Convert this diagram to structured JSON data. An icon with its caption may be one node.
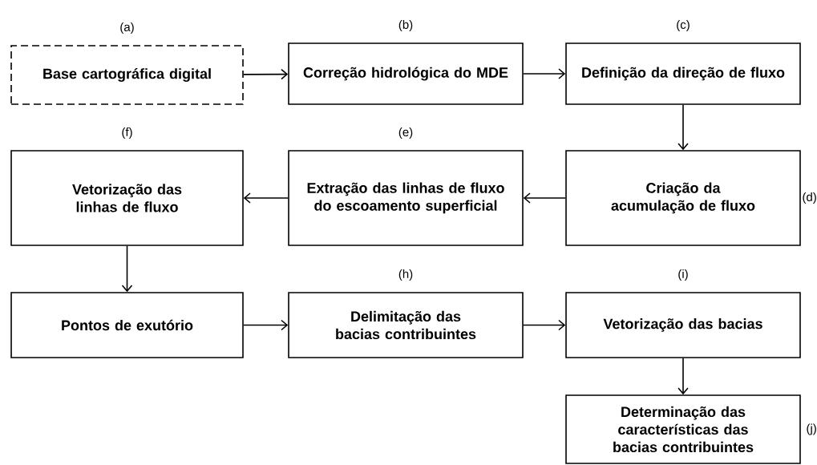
{
  "diagram": {
    "nodes": [
      {
        "text": [
          "Base cartográfica digital"
        ],
        "beside": [
          "(a)"
        ]
      },
      {
        "text": [
          "Correção hidrológica do MDE"
        ],
        "beside": [
          "(b)"
        ]
      },
      {
        "text": [
          "Definição da direção de fluxo"
        ],
        "beside": [
          "(c)"
        ]
      },
      {
        "text": [
          "Criação da acumulação de fluxo"
        ],
        "beside": [
          "(d)"
        ]
      },
      {
        "text": [
          "Extração das linhas de fluxo do escoamento superficial"
        ],
        "beside": [
          "(e)"
        ]
      },
      {
        "text": [
          "Vetorização das linhas de fluxo"
        ],
        "beside": [
          "(f)"
        ]
      },
      {
        "text": [
          "Pontos de exutório"
        ]
      },
      {
        "text": [
          "Delimitação das bacias contribuintes"
        ],
        "beside": [
          "(h)"
        ]
      },
      {
        "text": [
          "Vetorização das bacias"
        ],
        "beside": [
          "(i)"
        ]
      },
      {
        "text": [
          "Determinação das características das bacias contribuintes"
        ],
        "beside": [
          "(j)"
        ]
      }
    ],
    "edges": [
      {
        "from": 0,
        "to": 1,
        "arrow": "to"
      },
      {
        "from": 1,
        "to": 2,
        "arrow": "to"
      },
      {
        "from": 2,
        "to": 3,
        "arrow": "to"
      },
      {
        "from": 3,
        "to": 4,
        "arrow": "to"
      },
      {
        "from": 4,
        "to": 5,
        "arrow": "to"
      },
      {
        "from": 5,
        "to": 6,
        "arrow": "to"
      },
      {
        "from": 6,
        "to": 7,
        "arrow": "to"
      },
      {
        "from": 7,
        "to": 8,
        "arrow": "to"
      },
      {
        "from": 8,
        "to": 9,
        "arrow": "to"
      }
    ]
  }
}
